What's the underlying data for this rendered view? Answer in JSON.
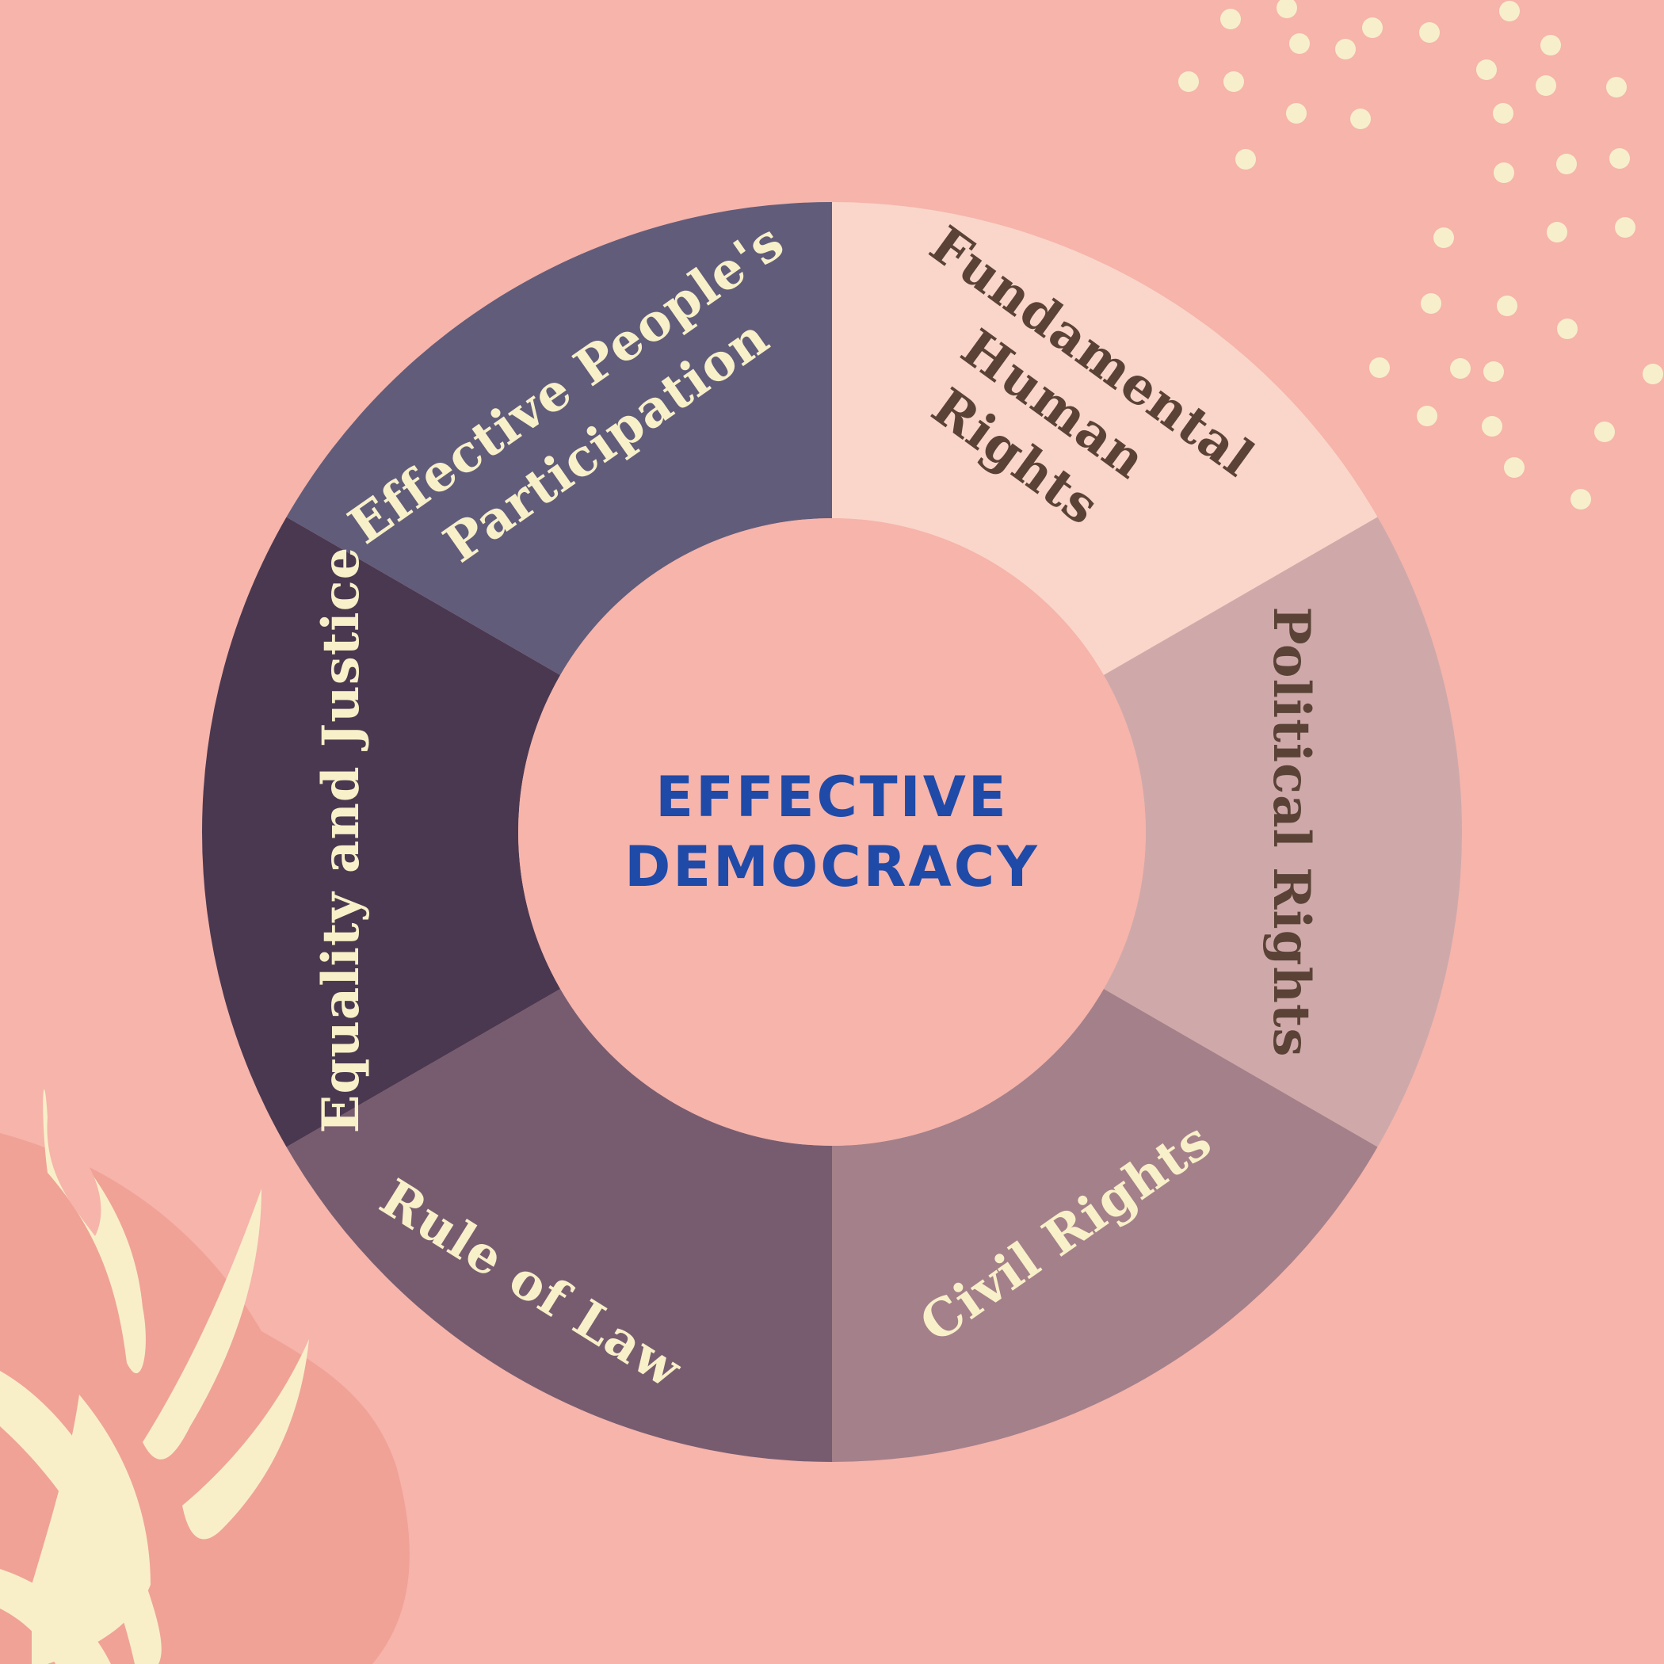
{
  "colors": {
    "background": "#f6b4ab",
    "center": "#f6b4ab",
    "center_text": "#1f4aa8",
    "dots": "#f7efcb",
    "leaves": "#f8efc8",
    "blob": "#f0a297",
    "label_light": "#f8f0c9",
    "label_dark": "#5a4236"
  },
  "center": {
    "line1": "EFFECTIVE",
    "line2": "DEMOCRACY"
  },
  "segments": [
    {
      "id": "fundamental",
      "color": "#fad6ca",
      "lines": [
        "Fundamental",
        "Human",
        "Rights"
      ],
      "text_color": "#5a4236"
    },
    {
      "id": "political",
      "color": "#cfa9a9",
      "lines": [
        "Political Rights"
      ],
      "text_color": "#5a4236"
    },
    {
      "id": "civil",
      "color": "#a4808a",
      "lines": [
        "Civil Rights"
      ],
      "text_color": "#f8f0c9"
    },
    {
      "id": "rule-of-law",
      "color": "#775c70",
      "lines": [
        "Rule of Law"
      ],
      "text_color": "#f8f0c9"
    },
    {
      "id": "equality",
      "color": "#4a3850",
      "lines": [
        "Equality and Justice"
      ],
      "text_color": "#f8f0c9"
    },
    {
      "id": "participation",
      "color": "#615c7a",
      "lines": [
        "Effective People's",
        "Participation"
      ],
      "text_color": "#f8f0c9"
    }
  ]
}
